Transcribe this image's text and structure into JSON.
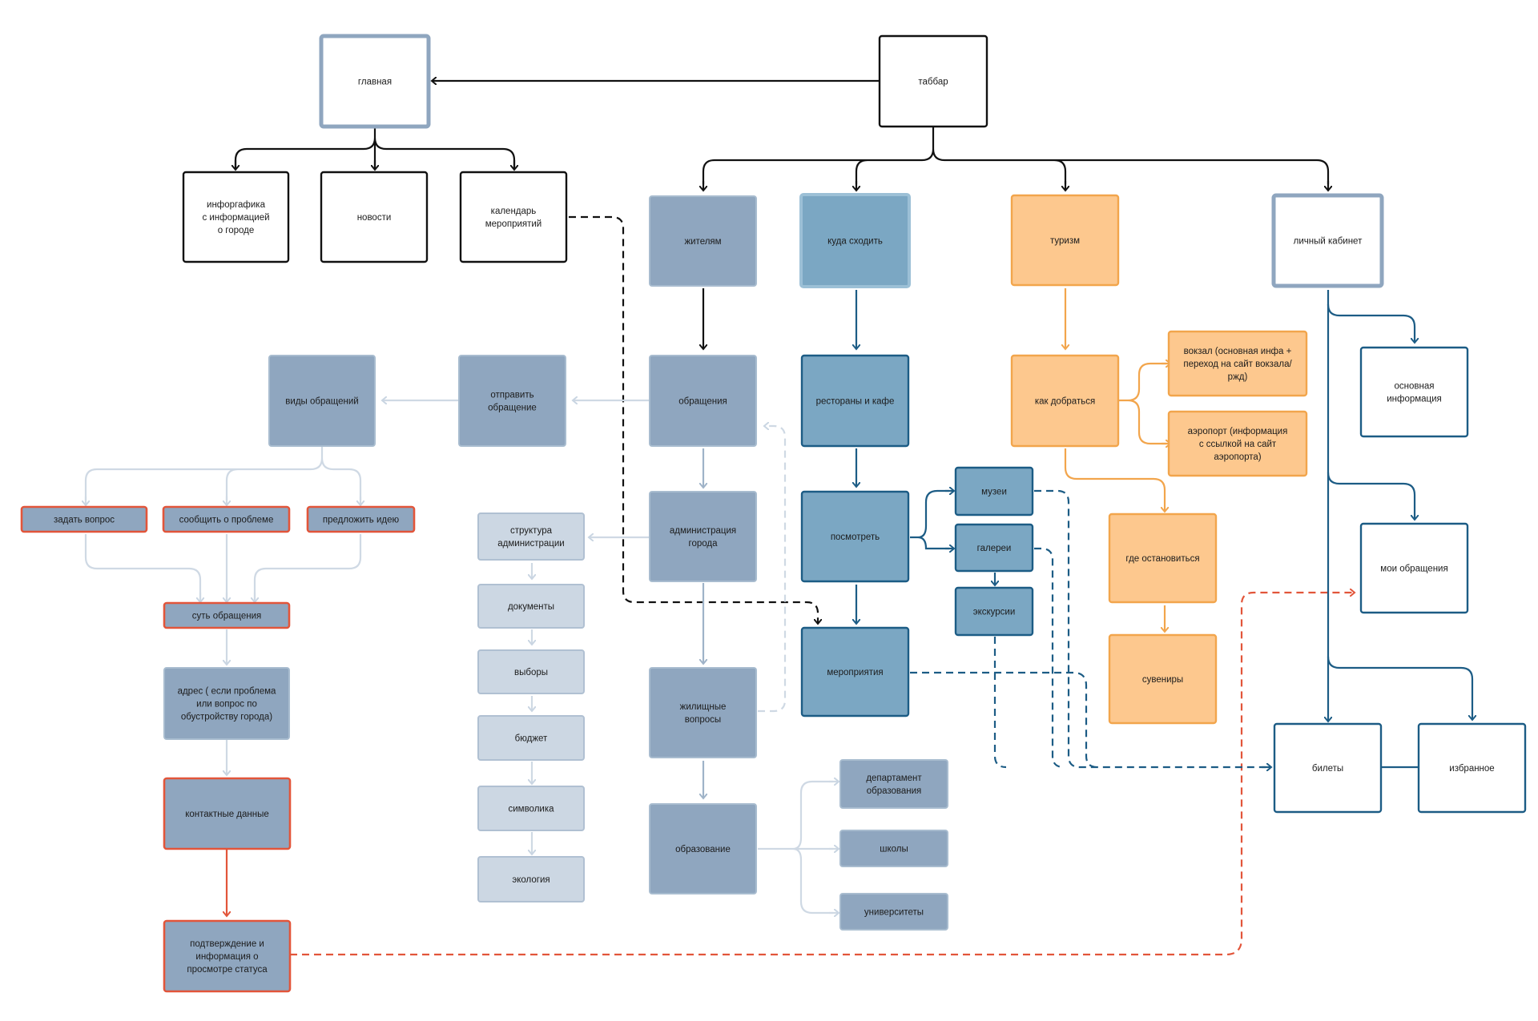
{
  "colors": {
    "black": "#111111",
    "gray_blue": "#8fa6bf",
    "gray_blue_border": "#a8bccf",
    "light_gray": "#ccd7e3",
    "light_gray_border": "#b0c0d2",
    "teal": "#7ba7c3",
    "teal_border": "#1c5c85",
    "dark_blue": "#1c5c85",
    "orange": "#fdc88e",
    "orange_border": "#f2a54c",
    "red": "#e2553a",
    "line_gray": "#cfd9e4"
  },
  "nodes": {
    "glavnaya": "главная",
    "tabbar": "таббар",
    "infographics": "инфоргафика\nс информацией\nо городе",
    "news": "новости",
    "calendar": "календарь\nмероприятий",
    "residents": "жителям",
    "where_to_go": "куда сходить",
    "tourism": "туризм",
    "cabinet": "личный кабинет",
    "appeals_types": "виды обращений",
    "send_appeal": "отправить\nобращение",
    "appeals": "обращения",
    "restaurants": "рестораны и кафе",
    "how_to_get": "как добраться",
    "station": "вокзал (основная инфа +\nпереход на сайт вокзала/\nржд)",
    "airport": "аэропорт (информация\nс ссылкой на сайт\nаэропорта)",
    "basic_info": "основная\nинформация",
    "ask_question": "задать вопрос",
    "report_problem": "сообщить о проблеме",
    "suggest_idea": "предложить идею",
    "admin_structure": "структура\nадминистрации",
    "city_admin": "администрация\nгорода",
    "see": "посмотреть",
    "museums": "музеи",
    "galleries": "галереи",
    "excursions": "экскурсии",
    "where_to_stay": "где остановиться",
    "my_appeals": "мои обращения",
    "documents": "документы",
    "appeal_essence": "суть обращения",
    "events": "мероприятия",
    "elections": "выборы",
    "address": "адрес ( если проблема\nили вопрос по\nобустройству города)",
    "housing": "жилищные\nвопросы",
    "souvenirs": "сувениры",
    "budget": "бюджет",
    "tickets": "билеты",
    "favorites": "избранное",
    "dept_education": "департамент\nобразования",
    "contacts": "контактные данные",
    "symbols": "символика",
    "education": "образование",
    "schools": "школы",
    "ecology": "экология",
    "universities": "университеты",
    "confirmation": "подтверждение и\nинформация о\nпросмотре статуса"
  }
}
